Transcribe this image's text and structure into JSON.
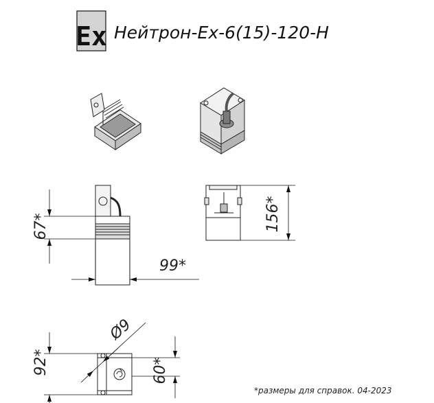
{
  "title": {
    "ex_mark": "Ex",
    "product_name": "Нейтрон-Ex-6(15)-120-Н"
  },
  "dimensions": {
    "height_front": "67*",
    "depth_front": "99*",
    "height_side": "156*",
    "diameter": "Ø9",
    "height_bottom": "92*",
    "width_bottom": "60*"
  },
  "footnote": "*размеры для справок. 04-2023"
}
